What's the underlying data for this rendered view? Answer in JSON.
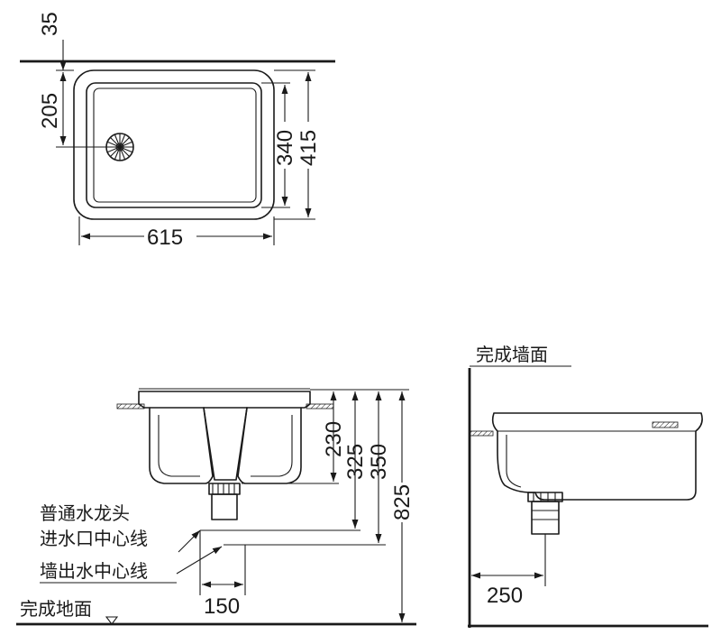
{
  "dimensions": {
    "top_offset": "35",
    "drain_offset": "205",
    "inner_depth": "340",
    "outer_depth": "415",
    "width": "615",
    "rim_to_drain": "230",
    "rim_to_faucet_inlet": "325",
    "rim_to_wall_outlet": "350",
    "floor_to_rim": "825",
    "outlet_spacing": "150",
    "wall_to_drain": "250"
  },
  "labels": {
    "faucet_inlet_line1": "普通水龙头",
    "faucet_inlet_line2": "进水口中心线",
    "wall_outlet": "墙出水中心线",
    "finished_floor": "完成地面",
    "finished_wall": "完成墙面"
  }
}
